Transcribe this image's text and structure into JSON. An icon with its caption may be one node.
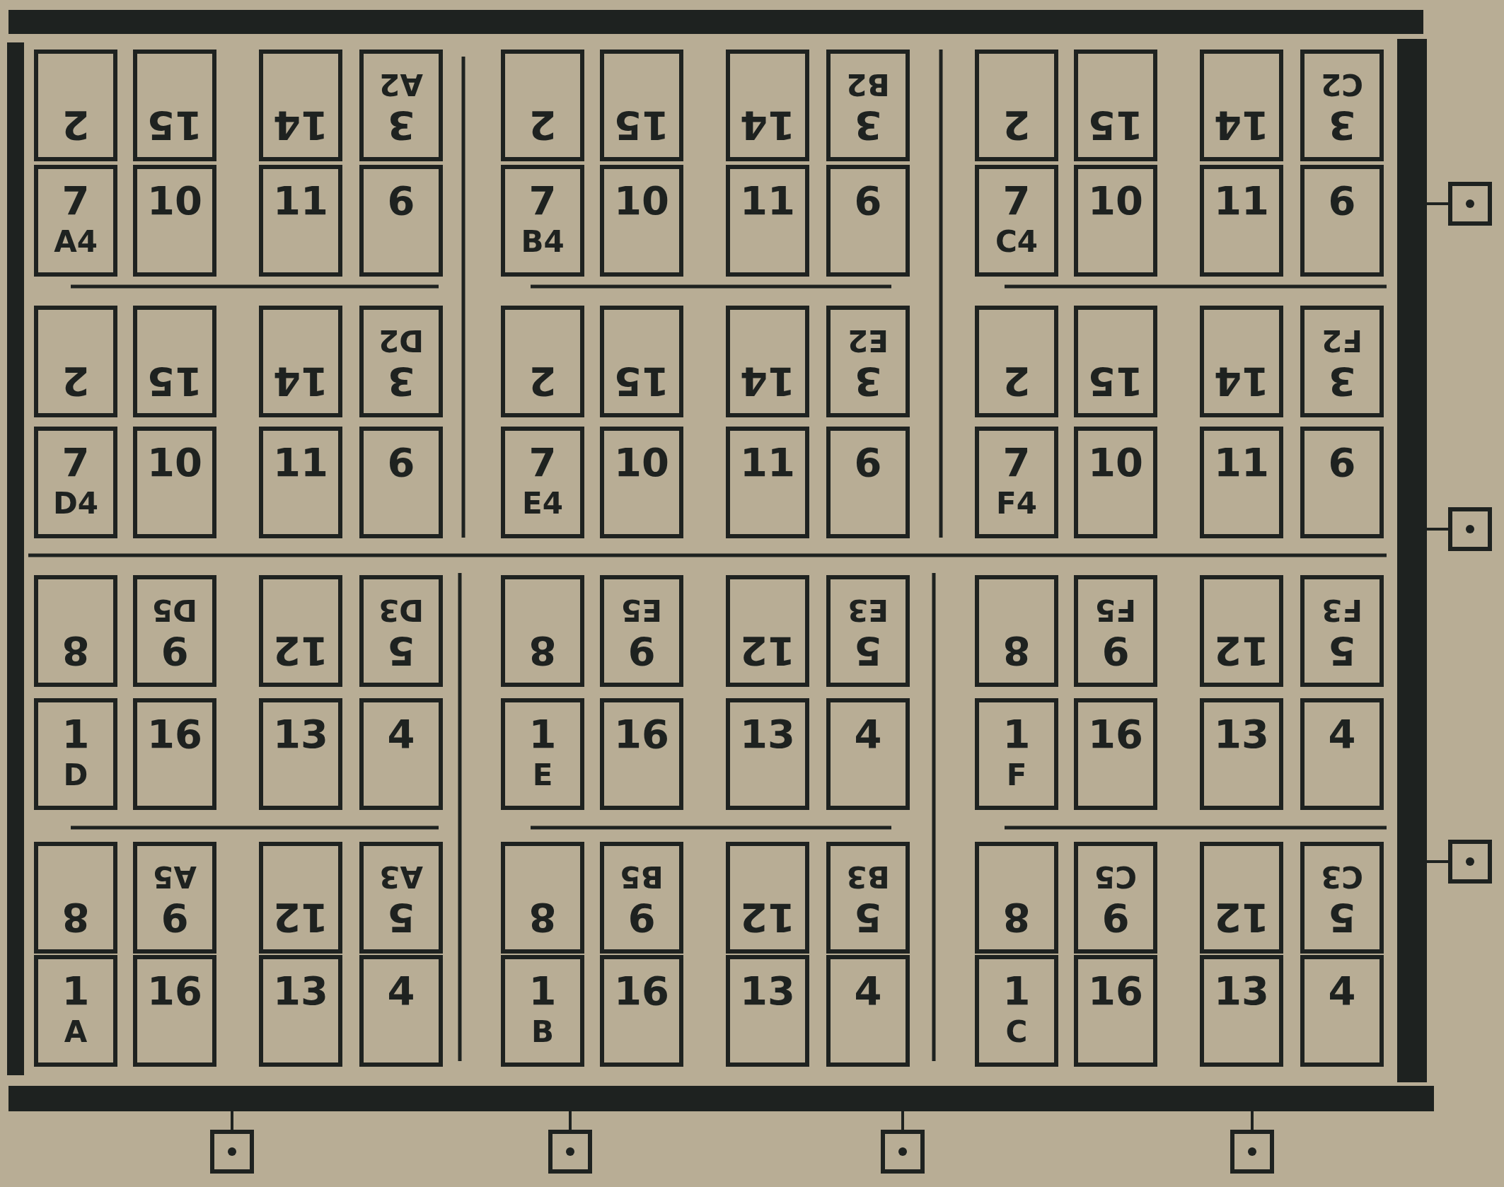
{
  "diagram": {
    "nodes": [
      {
        "text": [
          "2"
        ]
      },
      {
        "text": [
          "15"
        ]
      },
      {
        "text": [
          "14"
        ]
      },
      {
        "text": [
          "3",
          "A2"
        ]
      },
      {
        "text": [
          "2"
        ]
      },
      {
        "text": [
          "15"
        ]
      },
      {
        "text": [
          "14"
        ]
      },
      {
        "text": [
          "3",
          "B2"
        ]
      },
      {
        "text": [
          "2"
        ]
      },
      {
        "text": [
          "15"
        ]
      },
      {
        "text": [
          "14"
        ]
      },
      {
        "text": [
          "3",
          "C2"
        ]
      },
      {
        "text": [
          "7",
          "A4"
        ]
      },
      {
        "text": [
          "10"
        ]
      },
      {
        "text": [
          "11"
        ]
      },
      {
        "text": [
          "6"
        ]
      },
      {
        "text": [
          "7",
          "B4"
        ]
      },
      {
        "text": [
          "10"
        ]
      },
      {
        "text": [
          "11"
        ]
      },
      {
        "text": [
          "6"
        ]
      },
      {
        "text": [
          "7",
          "C4"
        ]
      },
      {
        "text": [
          "10"
        ]
      },
      {
        "text": [
          "11"
        ]
      },
      {
        "text": [
          "6"
        ]
      },
      {
        "text": [
          "2"
        ]
      },
      {
        "text": [
          "15"
        ]
      },
      {
        "text": [
          "14"
        ]
      },
      {
        "text": [
          "3",
          "D2"
        ]
      },
      {
        "text": [
          "2"
        ]
      },
      {
        "text": [
          "15"
        ]
      },
      {
        "text": [
          "14"
        ]
      },
      {
        "text": [
          "3",
          "E2"
        ]
      },
      {
        "text": [
          "2"
        ]
      },
      {
        "text": [
          "15"
        ]
      },
      {
        "text": [
          "14"
        ]
      },
      {
        "text": [
          "3",
          "F2"
        ]
      },
      {
        "text": [
          "7",
          "D4"
        ]
      },
      {
        "text": [
          "10"
        ]
      },
      {
        "text": [
          "11"
        ]
      },
      {
        "text": [
          "6"
        ]
      },
      {
        "text": [
          "7",
          "E4"
        ]
      },
      {
        "text": [
          "10"
        ]
      },
      {
        "text": [
          "11"
        ]
      },
      {
        "text": [
          "6"
        ]
      },
      {
        "text": [
          "7",
          "F4"
        ]
      },
      {
        "text": [
          "10"
        ]
      },
      {
        "text": [
          "11"
        ]
      },
      {
        "text": [
          "6"
        ]
      },
      {
        "text": [
          "8"
        ]
      },
      {
        "text": [
          "9",
          "D5"
        ]
      },
      {
        "text": [
          "12"
        ]
      },
      {
        "text": [
          "5",
          "D3"
        ]
      },
      {
        "text": [
          "8"
        ]
      },
      {
        "text": [
          "9",
          "E5"
        ]
      },
      {
        "text": [
          "12"
        ]
      },
      {
        "text": [
          "5",
          "E3"
        ]
      },
      {
        "text": [
          "8"
        ]
      },
      {
        "text": [
          "9",
          "F5"
        ]
      },
      {
        "text": [
          "12"
        ]
      },
      {
        "text": [
          "5",
          "F3"
        ]
      },
      {
        "text": [
          "1",
          "D"
        ]
      },
      {
        "text": [
          "16"
        ]
      },
      {
        "text": [
          "13"
        ]
      },
      {
        "text": [
          "4"
        ]
      },
      {
        "text": [
          "1",
          "E"
        ]
      },
      {
        "text": [
          "16"
        ]
      },
      {
        "text": [
          "13"
        ]
      },
      {
        "text": [
          "4"
        ]
      },
      {
        "text": [
          "1",
          "F"
        ]
      },
      {
        "text": [
          "16"
        ]
      },
      {
        "text": [
          "13"
        ]
      },
      {
        "text": [
          "4"
        ]
      },
      {
        "text": [
          "8"
        ]
      },
      {
        "text": [
          "9",
          "A5"
        ]
      },
      {
        "text": [
          "12"
        ]
      },
      {
        "text": [
          "5",
          "A3"
        ]
      },
      {
        "text": [
          "8"
        ]
      },
      {
        "text": [
          "9",
          "B5"
        ]
      },
      {
        "text": [
          "12"
        ]
      },
      {
        "text": [
          "5",
          "B3"
        ]
      },
      {
        "text": [
          "8"
        ]
      },
      {
        "text": [
          "9",
          "C5"
        ]
      },
      {
        "text": [
          "12"
        ]
      },
      {
        "text": [
          "5",
          "C3"
        ]
      },
      {
        "text": [
          "1",
          "A"
        ]
      },
      {
        "text": [
          "16"
        ]
      },
      {
        "text": [
          "13"
        ]
      },
      {
        "text": [
          "4"
        ]
      },
      {
        "text": [
          "1",
          "B"
        ]
      },
      {
        "text": [
          "16"
        ]
      },
      {
        "text": [
          "13"
        ]
      },
      {
        "text": [
          "4"
        ]
      },
      {
        "text": [
          "1",
          "C"
        ]
      },
      {
        "text": [
          "16"
        ]
      },
      {
        "text": [
          "13"
        ]
      },
      {
        "text": [
          "4"
        ]
      }
    ]
  }
}
